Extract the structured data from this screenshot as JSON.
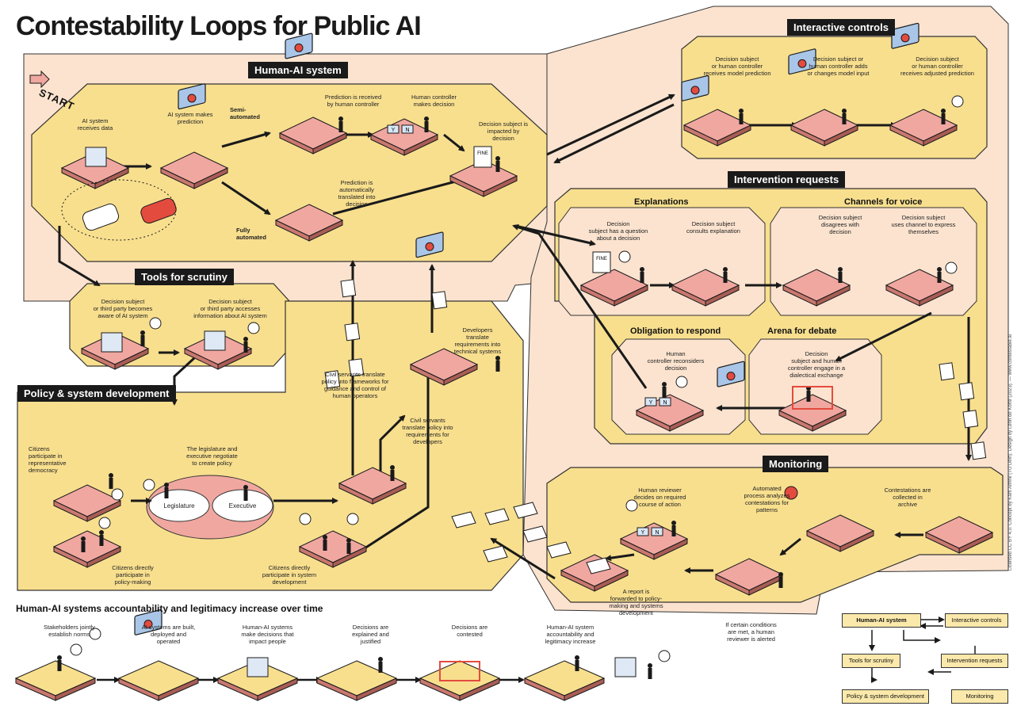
{
  "title": "Contestability Loops for Public AI",
  "start_label": "START",
  "sections": {
    "human_ai_system": "Human-AI system",
    "interactive_controls": "Interactive controls",
    "intervention_requests": "Intervention requests",
    "tools_for_scrutiny": "Tools for scrutiny",
    "policy_development": "Policy & system development",
    "monitoring": "Monitoring"
  },
  "sublabels": {
    "explanations": "Explanations",
    "channels_for_voice": "Channels for voice",
    "obligation_to_respond": "Obligation to respond",
    "arena_for_debate": "Arena for debate",
    "semi_automated": "Semi-\nautomated",
    "fully_automated": "Fully\nautomated"
  },
  "captions": {
    "ai_receives_data": "AI system\nreceives data",
    "ai_makes_prediction": "AI system makes\nprediction",
    "prediction_received": "Prediction is received\nby human controller",
    "human_makes_decision": "Human controller\nmakes decision",
    "subject_impacted": "Decision subject is\nimpacted by\ndecision",
    "prediction_translated": "Prediction is\nautomatically\ntranslated into\ndecision",
    "ic_receives_prediction": "Decision subject\nor human controller\nreceives model prediction",
    "ic_adds_input": "Decision subject or\nhuman controller adds\nor changes model input",
    "ic_receives_adjusted": "Decision subject\nor human controller\nreceives adjusted prediction",
    "subject_has_question": "Decision\nsubject has a question\nabout a decision",
    "subject_consults": "Decision subject\nconsults explanation",
    "subject_disagrees": "Decision subject\ndisagrees with\ndecision",
    "subject_uses_channel": "Decision subject\nuses channel to express\nthemselves",
    "controller_reconsiders": "Human\ncontroller reconsiders\ndecision",
    "dialectical_exchange": "Decision\nsubject and human\ncontroller engage in a\ndialectical exchange",
    "scrutiny_aware": "Decision subject\nor third party becomes\naware of AI system",
    "scrutiny_accesses": "Decision subject\nor third party accesses\ninformation about AI system",
    "developers_translate": "Developers\ntranslate\nrequirements into\ntechnical systems",
    "civil_servants_frameworks": "Civil servants translate\npolicy into frameworks for\nguidance and control of\nhuman operators",
    "civil_servants_requirements": "Civil servants\ntranslate policy into\nrequirements for\ndevelopers",
    "citizens_representative": "Citizens\nparticipate in\nrepresentative\ndemocracy",
    "legislature_negotiate": "The legislature and\nexecutive negotiate\nto create policy",
    "citizens_policy": "Citizens directly\nparticipate in\npolicy-making",
    "citizens_system": "Citizens directly\nparticipate in system\ndevelopment",
    "legislature": "Legislature",
    "executive": "Executive",
    "reviewer_decides": "Human reviewer\ndecides on required\ncourse of action",
    "automated_process": "Automated\nprocess analyzes\ncontestations for\npatterns",
    "contestations_archive": "Contestations are\ncollected in\narchive",
    "report_forwarded": "A report is\nforwarded to policy-\nmaking and systems\ndevelopment",
    "reviewer_alerted": "If certain conditions\nare met, a human\nreviewer is alerted"
  },
  "timeline": {
    "title": "Human-AI systems accountability and legitimacy increase over time",
    "steps": [
      "Stakeholders jointly\nestablish norms",
      "AI systems are built,\ndeployed and\noperated",
      "Human-AI systems\nmake decisions that\nimpact people",
      "Decisions are\nexplained and\njustified",
      "Decisions are\ncontested",
      "Human-AI system\naccountability and\nlegitimacy increase"
    ]
  },
  "legend": {
    "human_ai_system": "Human-AI system",
    "interactive_controls": "Interactive controls",
    "tools_for_scrutiny": "Tools for scrutiny",
    "intervention_requests": "Intervention requests",
    "policy_development": "Policy & system development",
    "monitoring": "Monitoring"
  },
  "stamps": {
    "fine": "FINE",
    "yes": "Y",
    "no": "N"
  },
  "credit": "Licensed CC BY 4.0. Concept by Kars Alfrink (TU Delft). Design by Leon de Korte (2023). — www.contestable.ai",
  "colors": {
    "outer_region": "#fbe3cf",
    "panel": "#f8df8e",
    "panel_dark": "#efcc6a",
    "pink": "#f0a7a0",
    "red": "#e44b3f",
    "blue": "#a9c6e8",
    "ink": "#1a1a1a"
  }
}
